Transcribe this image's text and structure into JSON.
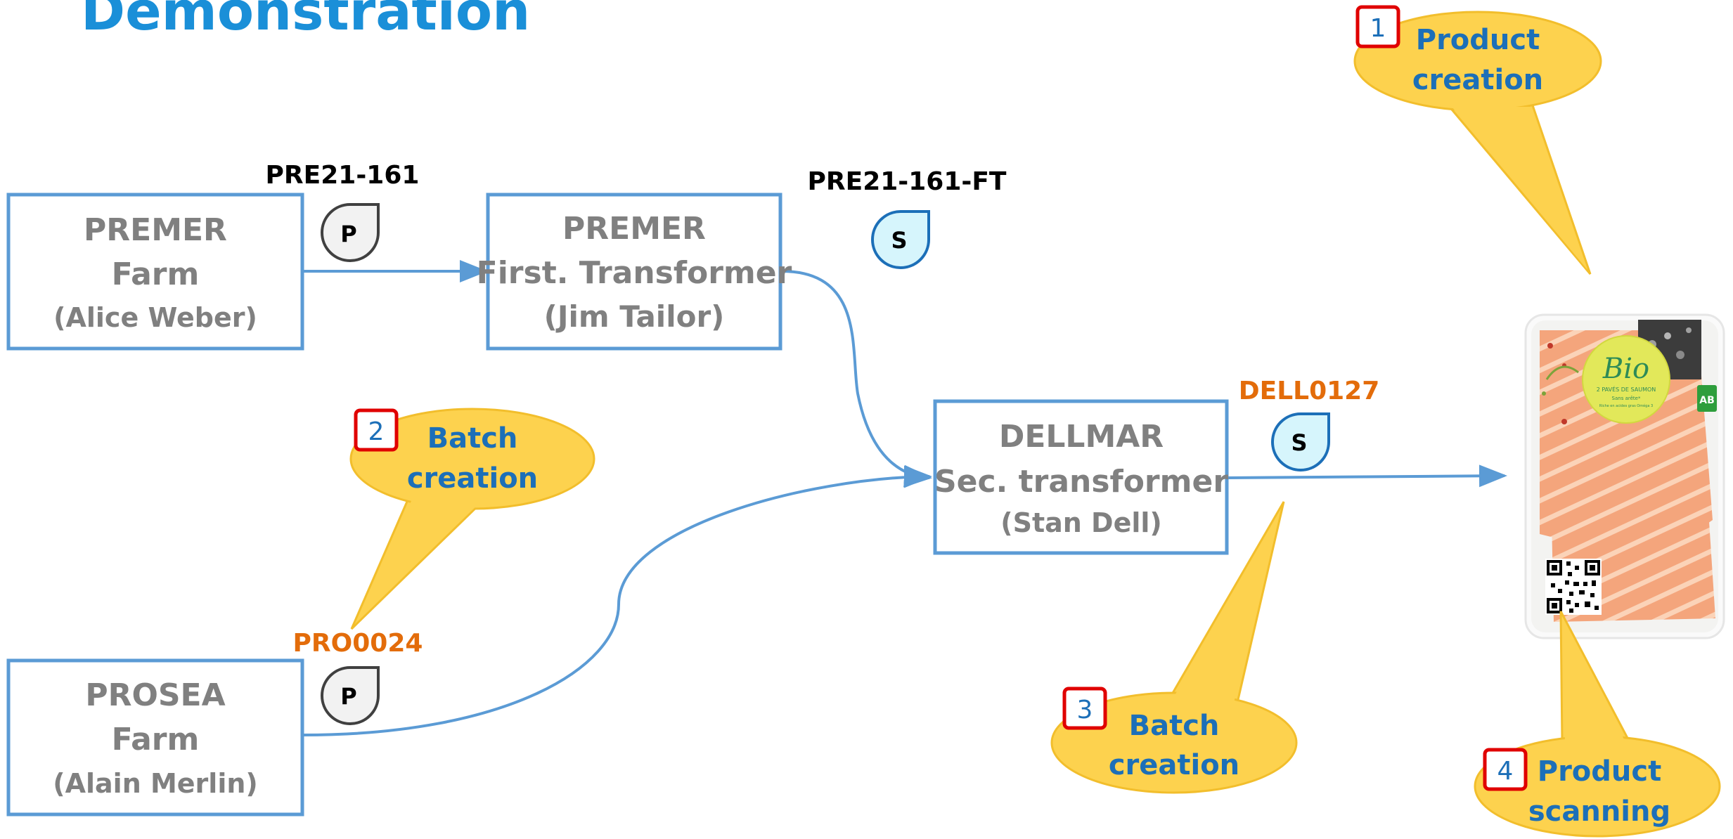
{
  "title": "Demonstration",
  "actors": [
    {
      "id": "premer_farm",
      "name": "PREMER",
      "role": "Farm",
      "person": "(Alice Weber)"
    },
    {
      "id": "premer_ft",
      "name": "PREMER",
      "role": "First. Transformer",
      "person": "(Jim Tailor)"
    },
    {
      "id": "dellmar",
      "name": "DELLMAR",
      "role": "Sec. transformer",
      "person": "(Stan Dell)"
    },
    {
      "id": "prosea_farm",
      "name": "PROSEA",
      "role": "Farm",
      "person": "(Alain Merlin)"
    }
  ],
  "batch_codes": [
    {
      "text": "PRE21-161",
      "color": "#000000"
    },
    {
      "text": "PRE21-161-FT",
      "color": "#000000"
    },
    {
      "text": "DELL0127",
      "color": "#E36C0A"
    },
    {
      "text": "PRO0024",
      "color": "#E36C0A"
    }
  ],
  "markers": [
    {
      "letter": "P",
      "kind": "producer",
      "fill": "#F2F2F2"
    },
    {
      "letter": "S",
      "kind": "supplier",
      "fill": "#D6F5FC"
    },
    {
      "letter": "S",
      "kind": "supplier",
      "fill": "#D6F5FC"
    },
    {
      "letter": "P",
      "kind": "producer",
      "fill": "#F2F2F2"
    }
  ],
  "callouts": [
    {
      "number": "1",
      "line1": "Product",
      "line2": "creation"
    },
    {
      "number": "2",
      "line1": "Batch",
      "line2": "creation"
    },
    {
      "number": "3",
      "line1": "Batch",
      "line2": "creation"
    },
    {
      "number": "4",
      "line1": "Product",
      "line2": "scanning"
    }
  ],
  "product": {
    "label_brand": "Bio",
    "label_line1": "2 PAVÉS DE SAUMON",
    "label_line2": "Sans arête*",
    "label_line3": "Riche en acides gras Oméga 3",
    "ab_mark": "AB",
    "icons": [
      "salmon-package-image",
      "qr-code-icon",
      "organic-label-icon"
    ]
  },
  "colors": {
    "title": "#1A8FD8",
    "box_border": "#5B9BD5",
    "box_text": "#808080",
    "callout_fill": "#FDD24E",
    "callout_text": "#1C6FB8",
    "number_border": "#E00000"
  }
}
